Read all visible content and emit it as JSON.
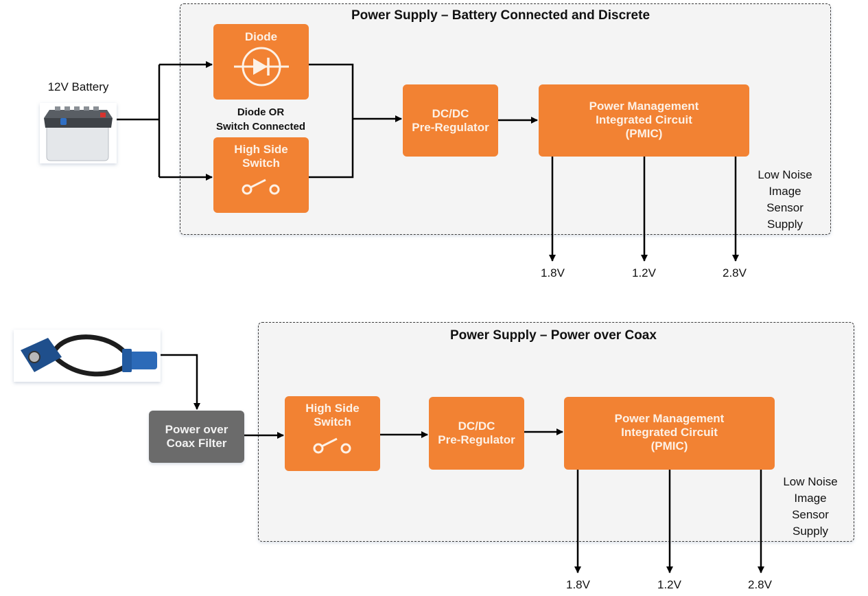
{
  "top_panel": {
    "title": "Power Supply – Battery Connected and Discrete",
    "source_label": "12V Battery",
    "source_image": "car-battery-photo",
    "diode_block": {
      "label": "Diode",
      "icon": "diode-icon"
    },
    "or_caption": "Diode OR\nSwitch Connected",
    "switch_block": {
      "label": "High Side\nSwitch",
      "icon": "switch-icon"
    },
    "dcdc_block": {
      "label": "DC/DC\nPre-Regulator"
    },
    "pmic_block": {
      "label": "Power Management\nIntegrated Circuit\n(PMIC)"
    },
    "note": "Low Noise\nImage\nSensor\nSupply",
    "rails": [
      "1.8V",
      "1.2V",
      "2.8V"
    ]
  },
  "bottom_panel": {
    "title": "Power Supply – Power over Coax",
    "source_image": "coax-cable-photo",
    "filter_block": {
      "label": "Power over\nCoax Filter"
    },
    "switch_block": {
      "label": "High Side\nSwitch",
      "icon": "switch-icon"
    },
    "dcdc_block": {
      "label": "DC/DC\nPre-Regulator"
    },
    "pmic_block": {
      "label": "Power Management\nIntegrated Circuit\n(PMIC)"
    },
    "note": "Low Noise\nImage\nSensor\nSupply",
    "rails": [
      "1.8V",
      "1.2V",
      "2.8V"
    ]
  },
  "colors": {
    "block_orange": "#f28233",
    "filter_gray": "#6b6b6b",
    "panel_bg": "#f4f4f4",
    "wire": "#000000"
  }
}
